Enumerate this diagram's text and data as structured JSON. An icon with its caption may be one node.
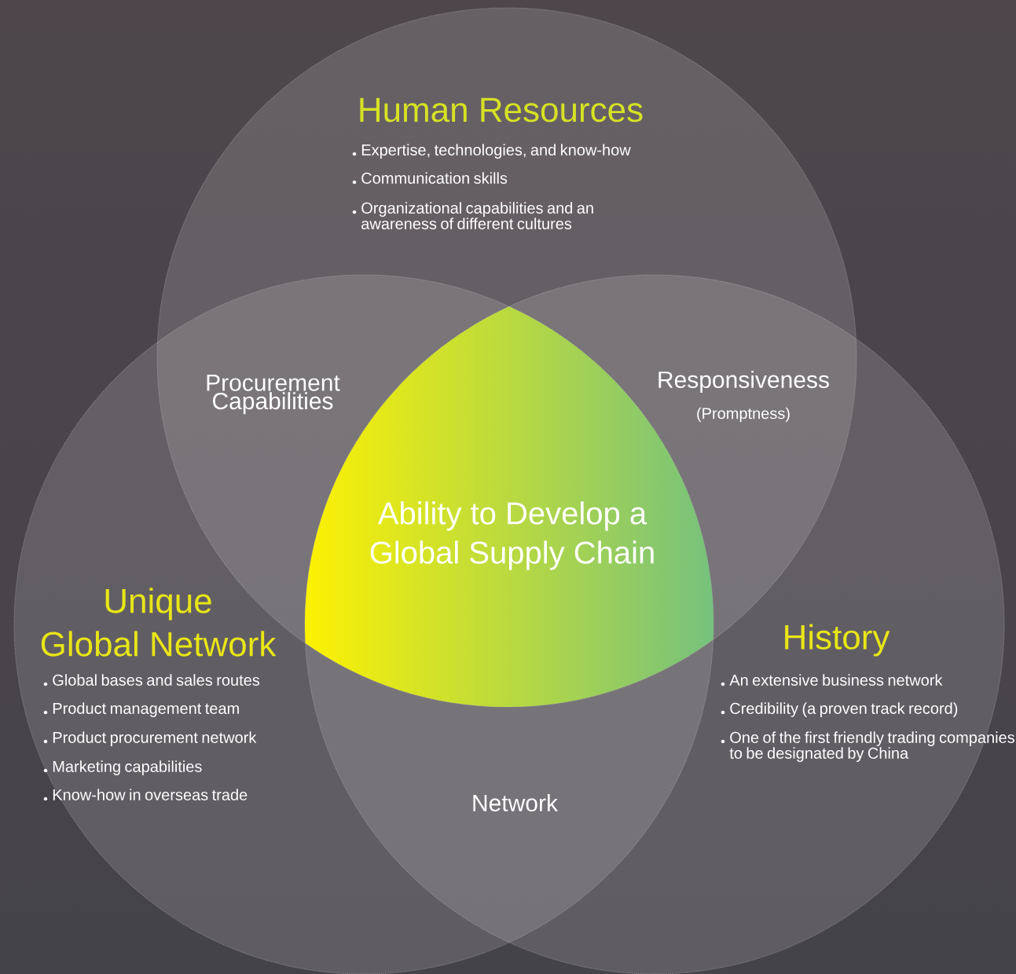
{
  "diagram": {
    "nodes": [
      {
        "text": [
          "Human Resources",
          "Expertise, technologies, and know-how",
          "Communication skills",
          "Organizational capabilities and an awareness of different cultures"
        ]
      },
      {
        "text": [
          "Unique Global Network",
          "Global bases and sales routes",
          "Product management team",
          "Product procurement network",
          "Marketing capabilities",
          "Know-how in overseas trade"
        ]
      },
      {
        "text": [
          "History",
          "An extensive business network",
          "Credibility (a proven track record)",
          "One of the first friendly trading companies to be designated by China"
        ]
      },
      {
        "text": [
          "Ability to Develop a Global Supply Chain"
        ]
      }
    ],
    "labels": [
      "Procurement Capabilities",
      "Responsiveness",
      "(Promptness)",
      "Network"
    ]
  }
}
